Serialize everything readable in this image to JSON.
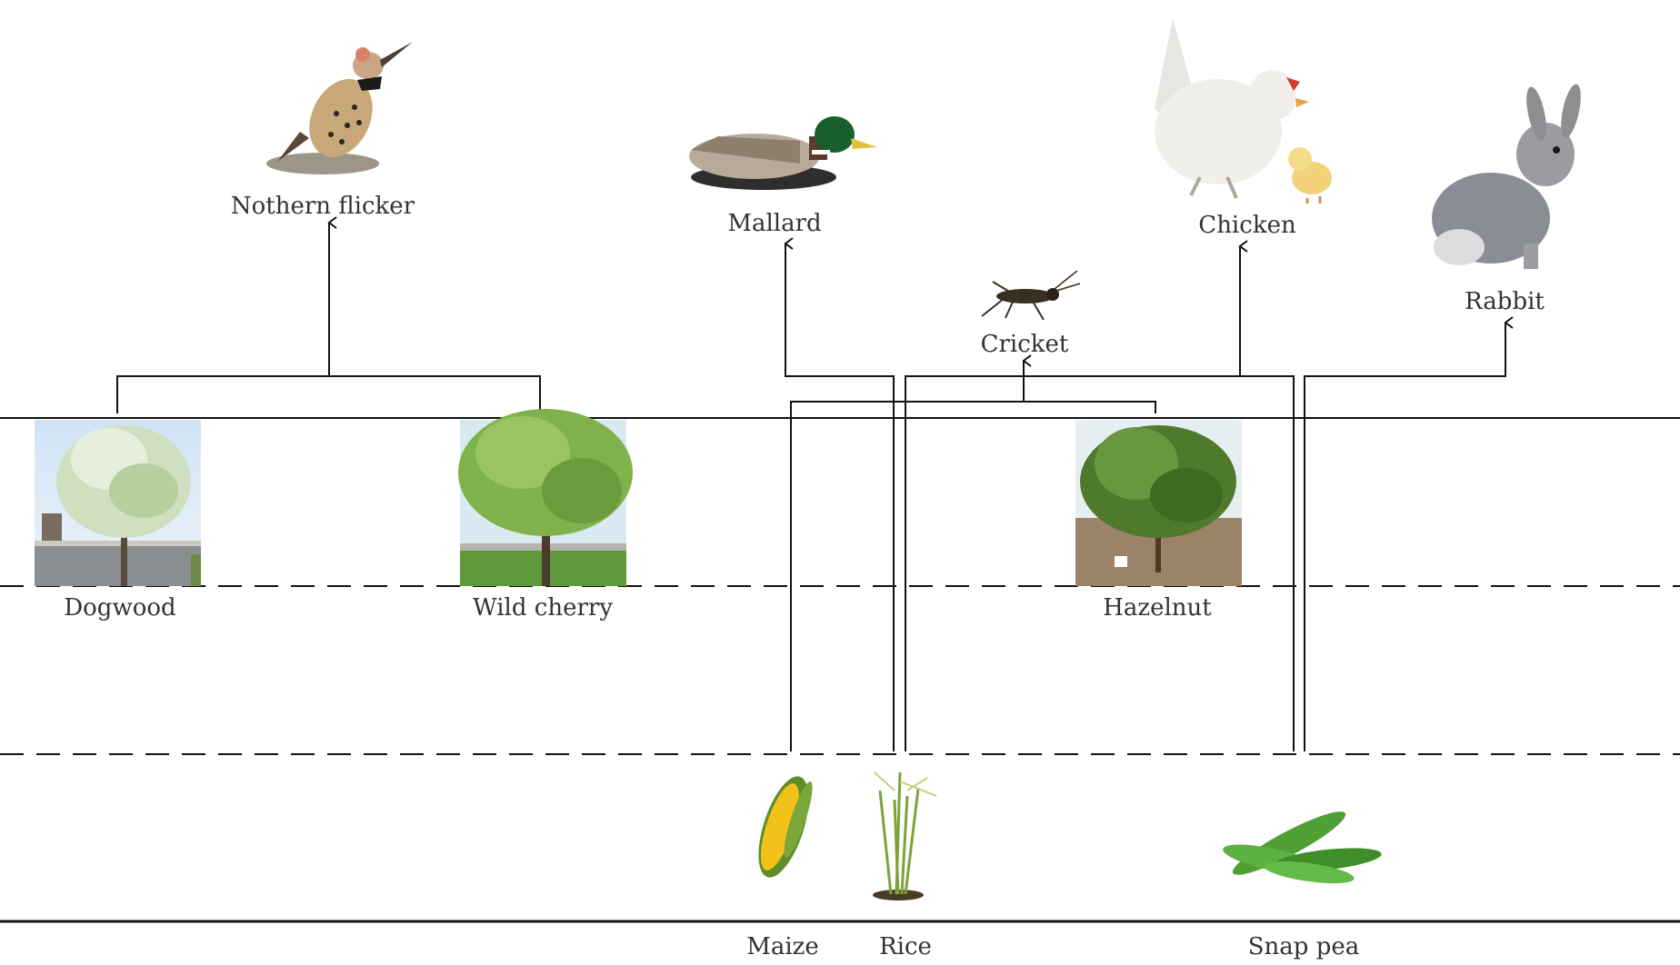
{
  "animals": {
    "northern_flicker": "Nothern flicker",
    "mallard": "Mallard",
    "chicken": "Chicken",
    "rabbit": "Rabbit",
    "cricket": "Cricket"
  },
  "trees": {
    "dogwood": "Dogwood",
    "wild_cherry": "Wild cherry",
    "hazelnut": "Hazelnut"
  },
  "crops": {
    "maize": "Maize",
    "rice": "Rice",
    "snap_pea": "Snap pea"
  },
  "edges": [
    {
      "from": [
        "Dogwood",
        "Wild cherry"
      ],
      "to": "Nothern flicker"
    },
    {
      "from": [
        "Rice"
      ],
      "to": "Mallard"
    },
    {
      "from": [
        "Maize",
        "Hazelnut"
      ],
      "to": "Cricket"
    },
    {
      "from": [
        "Rice",
        "Snap pea"
      ],
      "to": "Chicken"
    },
    {
      "from": [
        "Snap pea"
      ],
      "to": "Rabbit"
    }
  ],
  "colors": {
    "line": "#111111",
    "text": "#333333"
  }
}
